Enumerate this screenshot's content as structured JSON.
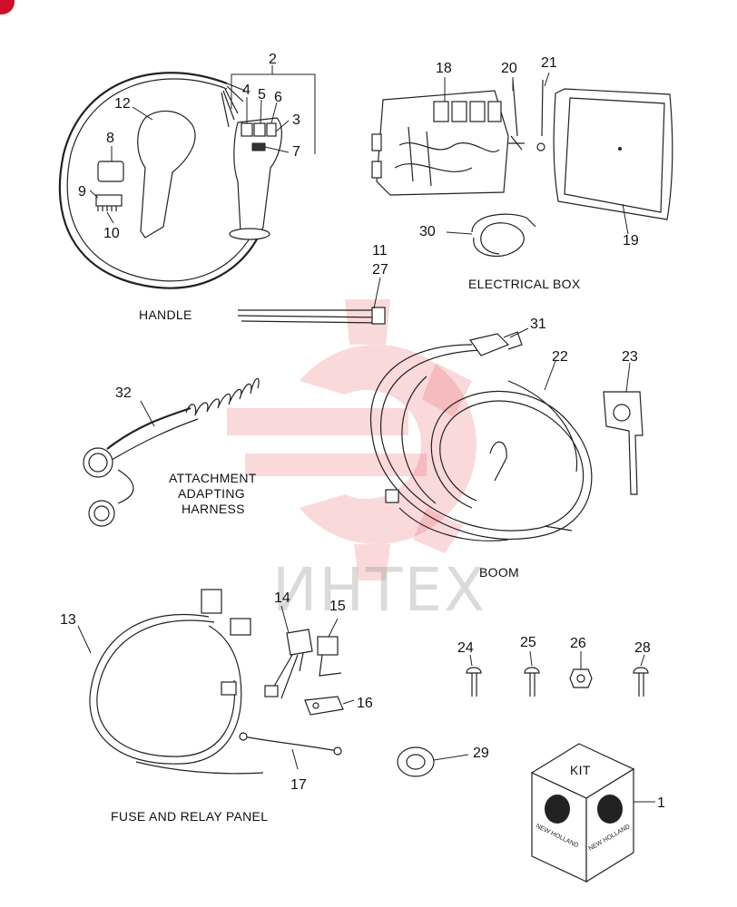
{
  "diagram": {
    "sections": {
      "handle": "HANDLE",
      "electrical_box": "ELECTRICAL BOX",
      "attachment_line1": "ATTACHMENT",
      "attachment_line2": "ADAPTING",
      "attachment_line3": "HARNESS",
      "boom": "BOOM",
      "fuse_relay": "FUSE AND RELAY PANEL"
    },
    "callouts": {
      "c1": "1",
      "c2": "2",
      "c3": "3",
      "c4": "4",
      "c5": "5",
      "c6": "6",
      "c7": "7",
      "c8": "8",
      "c9": "9",
      "c10": "10",
      "c11": "11",
      "c12": "12",
      "c13": "13",
      "c14": "14",
      "c15": "15",
      "c16": "16",
      "c17": "17",
      "c18": "18",
      "c19": "19",
      "c20": "20",
      "c21": "21",
      "c22": "22",
      "c23": "23",
      "c24": "24",
      "c25": "25",
      "c26": "26",
      "c27": "27",
      "c28": "28",
      "c29": "29",
      "c30": "30",
      "c31": "31",
      "c32": "32"
    },
    "kit": {
      "label": "KIT",
      "brand": "NEW HOLLAND"
    },
    "watermark": {
      "text": "ИНТЕХ",
      "color": "#e8505b"
    }
  }
}
